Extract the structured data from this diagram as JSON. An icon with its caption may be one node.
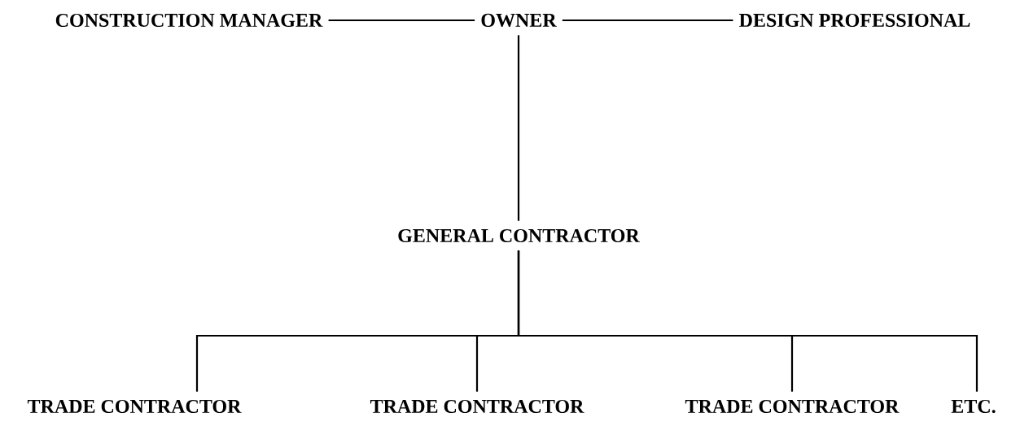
{
  "diagram": {
    "nodes": [
      {
        "text": [
          "CONSTRUCTION MANAGER"
        ]
      },
      {
        "text": [
          "OWNER"
        ]
      },
      {
        "text": [
          "DESIGN PROFESSIONAL"
        ]
      },
      {
        "text": [
          "GENERAL CONTRACTOR"
        ]
      },
      {
        "text": [
          "TRADE CONTRACTOR"
        ]
      },
      {
        "text": [
          "TRADE CONTRACTOR"
        ]
      },
      {
        "text": [
          "TRADE CONTRACTOR"
        ]
      },
      {
        "text": [
          "ETC."
        ]
      }
    ],
    "edges": [
      {
        "from": 1,
        "to": 0,
        "arrow": "none"
      },
      {
        "from": 1,
        "to": 2,
        "arrow": "none"
      },
      {
        "from": 1,
        "to": 3,
        "arrow": "none"
      },
      {
        "from": 3,
        "to": 4,
        "arrow": "none"
      },
      {
        "from": 3,
        "to": 5,
        "arrow": "none"
      },
      {
        "from": 3,
        "to": 6,
        "arrow": "none"
      },
      {
        "from": 3,
        "to": 7,
        "arrow": "none"
      }
    ]
  }
}
